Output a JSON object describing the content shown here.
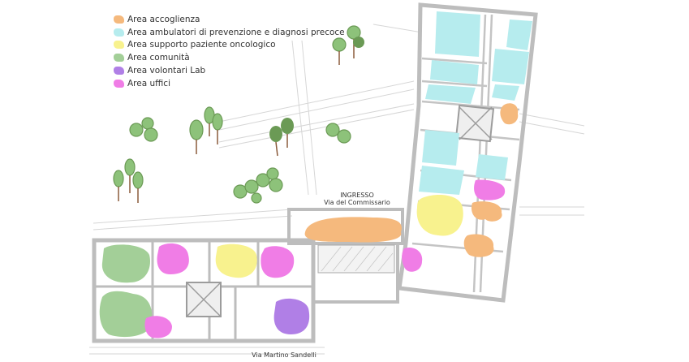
{
  "legend": {
    "items": [
      {
        "label": "Area accoglienza",
        "color": "#f5b97d",
        "icon": "orange-swatch-icon"
      },
      {
        "label": "Area ambulatori di prevenzione e diagnosi precoce",
        "color": "#b6ecee",
        "icon": "cyan-swatch-icon"
      },
      {
        "label": "Area supporto paziente oncologico",
        "color": "#f8f28e",
        "icon": "yellow-swatch-icon"
      },
      {
        "label": "Area comunità",
        "color": "#a3cf98",
        "icon": "green-swatch-icon"
      },
      {
        "label": "Area volontari Lab",
        "color": "#b07fe6",
        "icon": "purple-swatch-icon"
      },
      {
        "label": "Area uffici",
        "color": "#f07de6",
        "icon": "pink-swatch-icon"
      }
    ]
  },
  "labels": {
    "entrance_title": "INGRESSO",
    "entrance_street": "Via del Commissario",
    "bottom_street": "Via Martino Sandelli"
  },
  "colors": {
    "wall": "#bdbdbd",
    "wall_dark": "#9c9c9c",
    "tree_canopy": "#8dc27a",
    "tree_canopy_dark": "#6b9a55",
    "trunk": "#8a5a3a",
    "path": "#d9d9d9"
  }
}
